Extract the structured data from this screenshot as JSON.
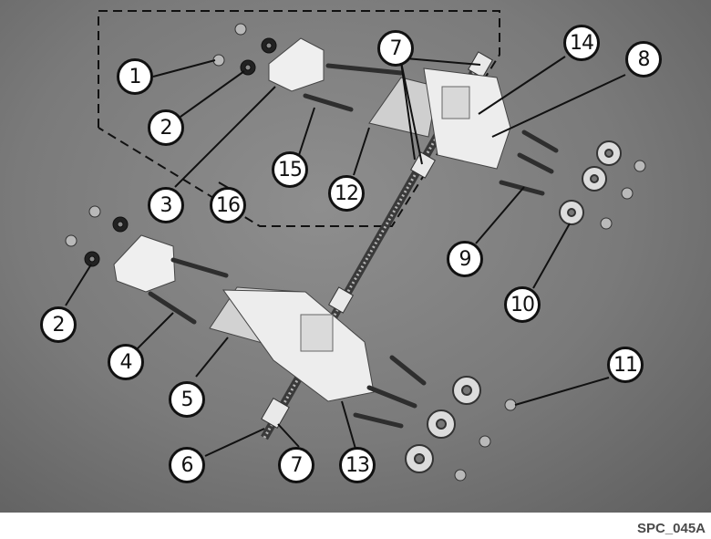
{
  "callouts": [
    {
      "id": "c1",
      "number": "1"
    },
    {
      "id": "c2a",
      "number": "2"
    },
    {
      "id": "c3",
      "number": "3"
    },
    {
      "id": "c15",
      "number": "15"
    },
    {
      "id": "c16",
      "number": "16"
    },
    {
      "id": "c12",
      "number": "12"
    },
    {
      "id": "c7a",
      "number": "7"
    },
    {
      "id": "c14",
      "number": "14"
    },
    {
      "id": "c8",
      "number": "8"
    },
    {
      "id": "c9",
      "number": "9"
    },
    {
      "id": "c10",
      "number": "10"
    },
    {
      "id": "c2b",
      "number": "2"
    },
    {
      "id": "c4",
      "number": "4"
    },
    {
      "id": "c5",
      "number": "5"
    },
    {
      "id": "c6",
      "number": "6"
    },
    {
      "id": "c7b",
      "number": "7"
    },
    {
      "id": "c13",
      "number": "13"
    },
    {
      "id": "c11",
      "number": "11"
    }
  ],
  "caption": "SPC_045A"
}
